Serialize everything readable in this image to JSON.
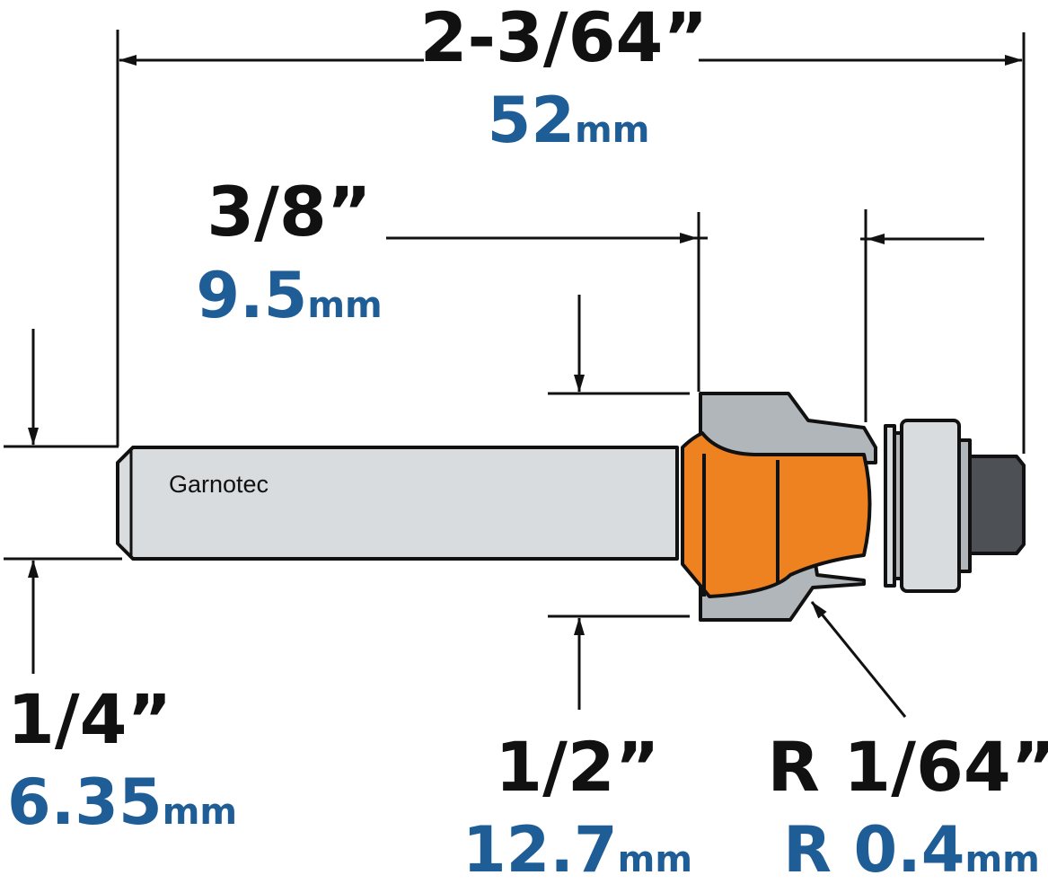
{
  "colors": {
    "ink": "#111111",
    "metric_blue": "#1e5d96",
    "cutter_orange": "#ef8220",
    "steel_light": "#d9dcde",
    "steel_mid": "#b1b6ba",
    "nut_dark": "#4d5155"
  },
  "brand_label": "Garnotec",
  "dimensions": {
    "overall_length": {
      "inch": "2-3/64”",
      "mm_value": "52",
      "mm_unit": "mm"
    },
    "cut_height": {
      "inch": "3/8”",
      "mm_value": "9.5",
      "mm_unit": "mm"
    },
    "shank_diameter": {
      "inch": "1/4”",
      "mm_value": "6.35",
      "mm_unit": "mm"
    },
    "cutter_diameter": {
      "inch": "1/2”",
      "mm_value": "12.7",
      "mm_unit": "mm"
    },
    "radius": {
      "inch": "R 1/64”",
      "mm_value": "R 0.4",
      "mm_unit": "mm"
    }
  }
}
